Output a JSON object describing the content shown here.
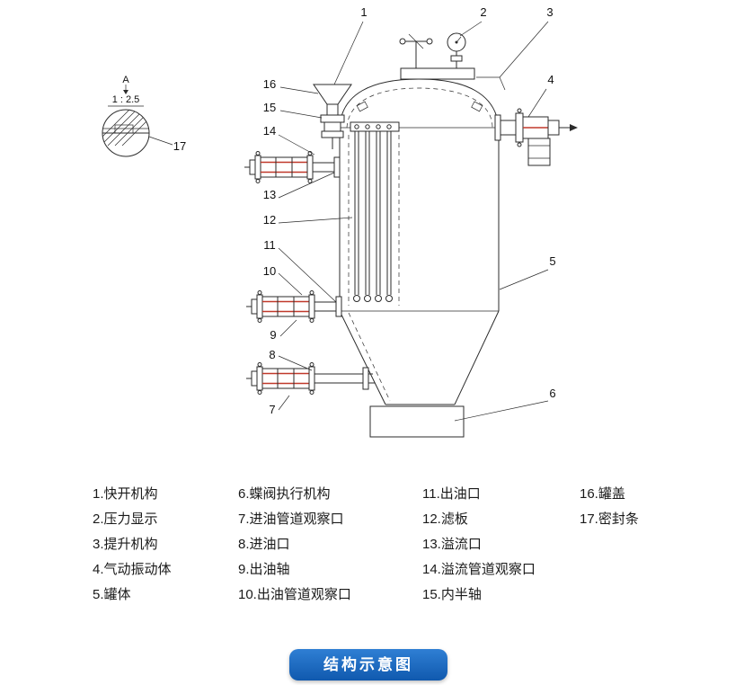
{
  "drawing": {
    "detail_view": {
      "label": "A",
      "scale": "1 : 2.5"
    },
    "callouts": [
      "1",
      "2",
      "3",
      "4",
      "5",
      "6",
      "7",
      "8",
      "9",
      "10",
      "11",
      "12",
      "13",
      "14",
      "15",
      "16",
      "17"
    ]
  },
  "legend": {
    "columns": [
      [
        "1.快开机构",
        "2.压力显示",
        "3.提升机构",
        "4.气动振动体",
        "5.罐体"
      ],
      [
        "6.蝶阀执行机构",
        "7.进油管道观察口",
        "8.进油口",
        "9.出油轴",
        "10.出油管道观察口"
      ],
      [
        "11.出油口",
        "12.滤板",
        "13.溢流口",
        "14.溢流管道观察口",
        "15.内半轴"
      ],
      [
        "16.罐盖",
        "17.密封条"
      ]
    ]
  },
  "footer": {
    "button_label": "结构示意图"
  },
  "colors": {
    "button_blue": "#1668c0",
    "valve_accent_red": "#c0392b",
    "line": "#2b2b2b"
  }
}
